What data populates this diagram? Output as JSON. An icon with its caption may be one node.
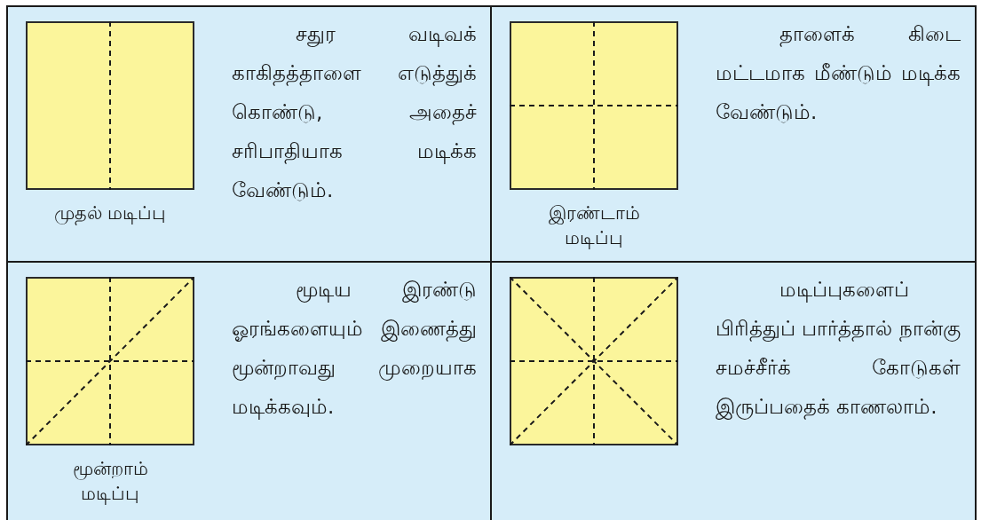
{
  "diagram": {
    "nodes": [
      {
        "text": [
          "முதல் மடிப்பு",
          "சதுர வடிவக் காகிதத்தாளை எடுத்துக் கொண்டு, அதைச் சரிபாதியாக மடிக்க வேண்டும்."
        ]
      },
      {
        "text": [
          "இரண்டாம் மடிப்பு",
          "தாளைக் கிடை மட்டமாக மீண்டும் மடிக்க வேண்டும்."
        ]
      },
      {
        "text": [
          "மூன்றாம் மடிப்பு",
          "மூடிய இரண்டு ஓரங்களையும் இணைத்து மூன்றாவது முறையாக மடிக்கவும்."
        ]
      },
      {
        "text": [
          "மடிப்புகளைப் பிரித்துப் பார்த்தால் நான்கு சமச்சீர்க் கோடுகள் இருப்பதைக் காணலாம்."
        ]
      }
    ]
  }
}
